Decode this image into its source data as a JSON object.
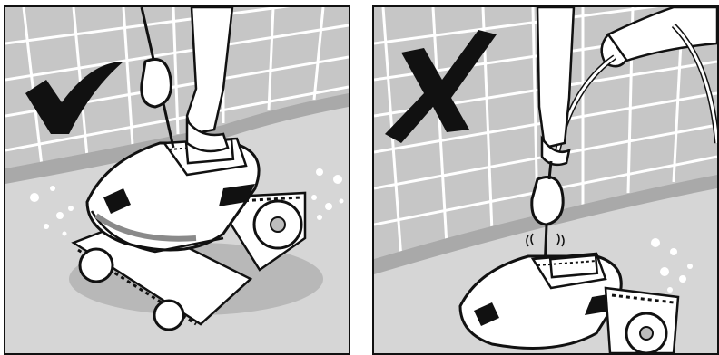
{
  "panels": [
    {
      "id": "correct",
      "mark": "check-mark-icon",
      "meaning": "correct"
    },
    {
      "id": "incorrect",
      "mark": "cross-mark-icon",
      "meaning": "incorrect"
    }
  ],
  "colors": {
    "floor": "#d6d6d6",
    "wall": "#c9c9c9",
    "tile_line": "#ffffff",
    "outline": "#111111",
    "robot_body": "#ffffff",
    "robot_shadow": "#8e8e8e"
  }
}
